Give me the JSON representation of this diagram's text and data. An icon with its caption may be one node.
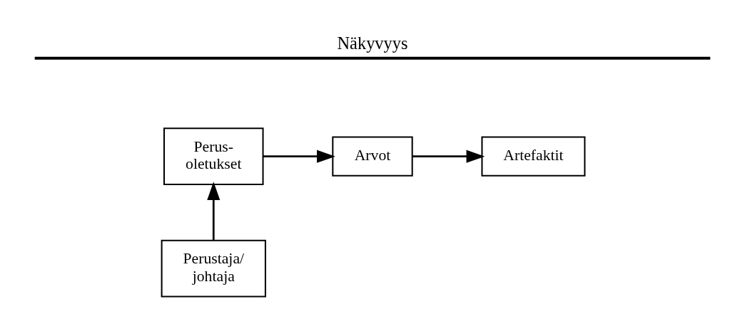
{
  "diagram": {
    "nodes": [
      {
        "text": [
          "Perus- oletukset"
        ]
      },
      {
        "text": [
          "Arvot"
        ]
      },
      {
        "text": [
          "Artefaktit"
        ]
      },
      {
        "text": [
          "Perustaja/ johtaja"
        ]
      }
    ],
    "edges": [
      {
        "from": 0,
        "to": 1,
        "arrow": "to"
      },
      {
        "from": 1,
        "to": 2,
        "arrow": "to"
      },
      {
        "from": 3,
        "to": 0,
        "arrow": "to"
      }
    ],
    "labels": [
      "Näkyvyys"
    ]
  }
}
